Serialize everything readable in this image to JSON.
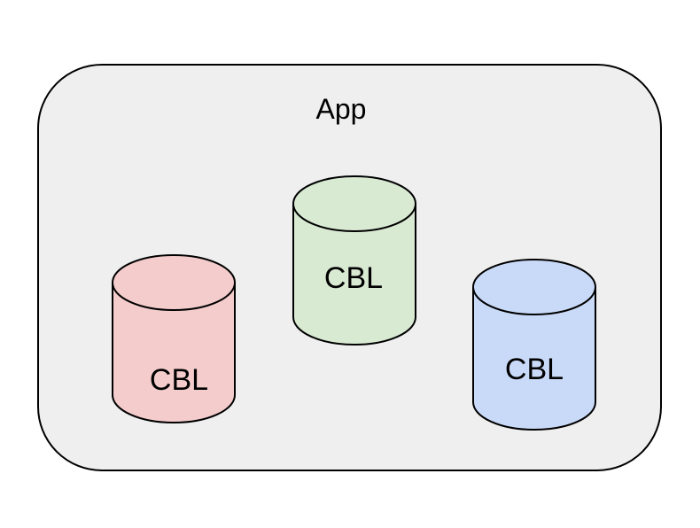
{
  "app": {
    "label": "App",
    "fill": "#efefef",
    "stroke": "#000000"
  },
  "databases": [
    {
      "label": "CBL",
      "fill": "#f4cccc",
      "stroke": "#000000"
    },
    {
      "label": "CBL",
      "fill": "#d9ead3",
      "stroke": "#000000"
    },
    {
      "label": "CBL",
      "fill": "#c9daf8",
      "stroke": "#000000"
    }
  ]
}
